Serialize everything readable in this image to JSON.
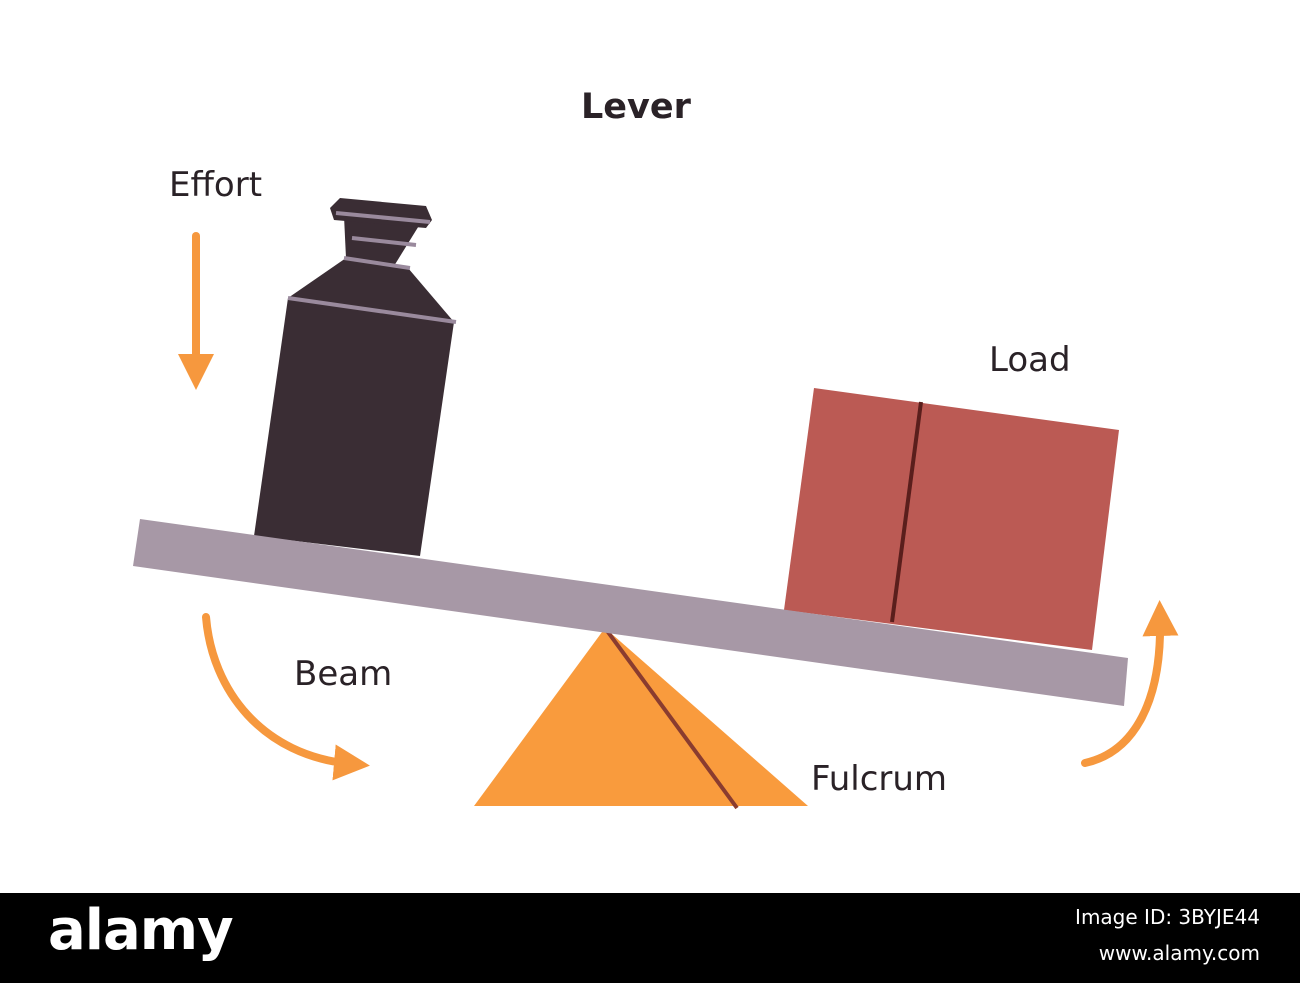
{
  "diagram": {
    "title": "Lever",
    "labels": {
      "effort": "Effort",
      "load": "Load",
      "beam": "Beam",
      "fulcrum": "Fulcrum"
    },
    "colors": {
      "weight": "#3a2d34",
      "weight_bands": "#9a8a9d",
      "beam": "#a798a6",
      "box": "#bb5a54",
      "box_seam": "#5a1e1c",
      "fulcrum": "#f99b3d",
      "fulcrum_line": "#8a3c2f",
      "arrows": "#f6983e",
      "text": "#2a2227"
    }
  },
  "watermark": {
    "brand": "alamy",
    "image_id": "Image ID: 3BYJE44",
    "site": "www.alamy.com"
  }
}
